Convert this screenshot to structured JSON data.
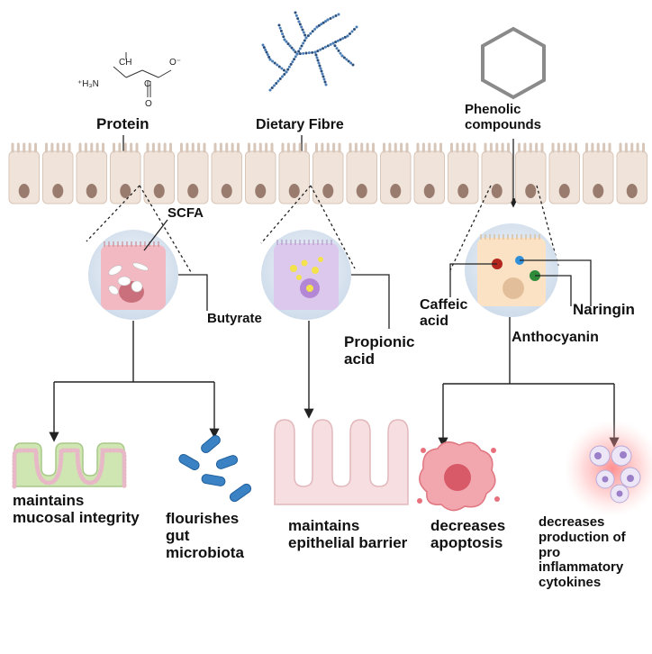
{
  "inputs": {
    "protein": "Protein",
    "dietary_fibre": "Dietary Fibre",
    "phenolic_line1": "Phenolic",
    "phenolic_line2": "compounds"
  },
  "chemical_structure": {
    "ch": "CH",
    "n_group": "⁺H₃N",
    "o_minus": "O⁻",
    "c": "C",
    "o": "O"
  },
  "metabolites": {
    "scfa": "SCFA",
    "butyrate": "Butyrate",
    "propionic_line1": "Propionic",
    "propionic_line2": "acid",
    "caffeic_line1": "Caffeic",
    "caffeic_line2": "acid",
    "naringin": "Naringin",
    "anthocyanin": "Anthocyanin"
  },
  "outcomes": {
    "mucosal_line1": "maintains",
    "mucosal_line2": "mucosal integrity",
    "microbiota_line1": "flourishes",
    "microbiota_line2": "gut",
    "microbiota_line3": "microbiota",
    "barrier_line1": "maintains",
    "barrier_line2": "epithelial barrier",
    "apoptosis_line1": "decreases",
    "apoptosis_line2": "apoptosis",
    "cytokines_line1": "decreases",
    "cytokines_line2": "production of",
    "cytokines_line3": "pro",
    "cytokines_line4": "inflammatory",
    "cytokines_line5": "cytokines"
  },
  "colors": {
    "epithelium": "#efe3da",
    "nucleus": "#9a7c6f",
    "cell_pink": "#f2b9c2",
    "cell_purple": "#dcc8ec",
    "cell_orange": "#fbe2c4",
    "lens": "#dfe8f2",
    "villi_green": "#cfe6b2",
    "villi_pink": "#f7dfe1",
    "bacteria": "#3b82c4",
    "apoptotic": "#e8707c",
    "inflammation_glow": "#ff7a7a",
    "caffeic_dot": "#b3261e",
    "blue_dot": "#2f8fd8",
    "naringin_dot": "#2f8a3a"
  },
  "icons": [
    "amino-acid-structure",
    "fibre-polymer",
    "hexagon-ring",
    "bacteria",
    "apoptotic-cell",
    "immune-cells"
  ]
}
